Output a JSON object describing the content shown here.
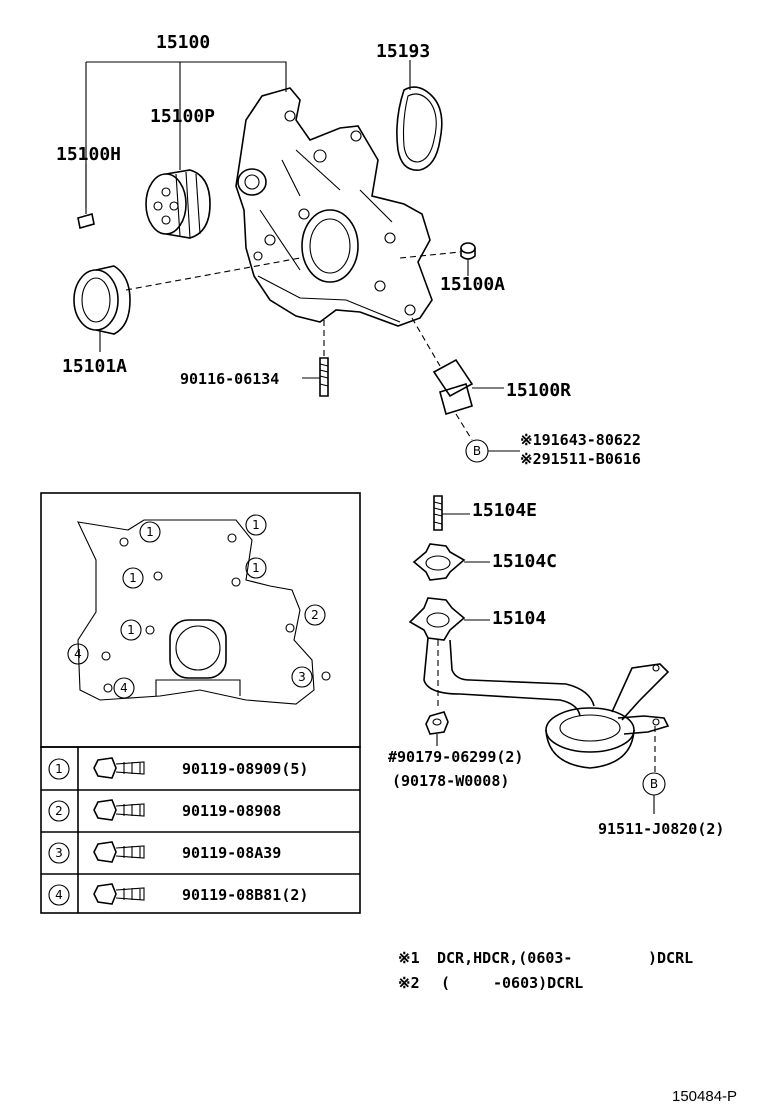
{
  "parts": {
    "p15100": "15100",
    "p15193": "15193",
    "p15100P": "15100P",
    "p15100H": "15100H",
    "p15100A": "15100A",
    "p15101A": "15101A",
    "p90116": "90116-06134",
    "p15100R": "15100R",
    "ref1": "※191643-80622",
    "ref2": "※291511-B0616",
    "p15104E": "15104E",
    "p15104C": "15104C",
    "p15104": "15104",
    "p90179": "#90179-06299(2)",
    "p90178": "(90178-W0008)",
    "p91511": "91511-J0820(2)"
  },
  "callouts": {
    "b_left": "B",
    "b_right": "B"
  },
  "inset": {
    "markers": [
      "1",
      "1",
      "1",
      "1",
      "1",
      "2",
      "3",
      "4",
      "4"
    ]
  },
  "bolt_table": [
    {
      "num": "1",
      "part": "90119-08909(5)"
    },
    {
      "num": "2",
      "part": "90119-08908"
    },
    {
      "num": "3",
      "part": "90119-08A39"
    },
    {
      "num": "4",
      "part": "90119-08B81(2)"
    }
  ],
  "notes": {
    "n1_mark": "※1",
    "n1_text": "DCR,HDCR,(0603-",
    "n1_tail": ")DCRL",
    "n2_mark": "※2",
    "n2_text": "(",
    "n2_tail": "-0603)DCRL"
  },
  "footer": "150484-P"
}
